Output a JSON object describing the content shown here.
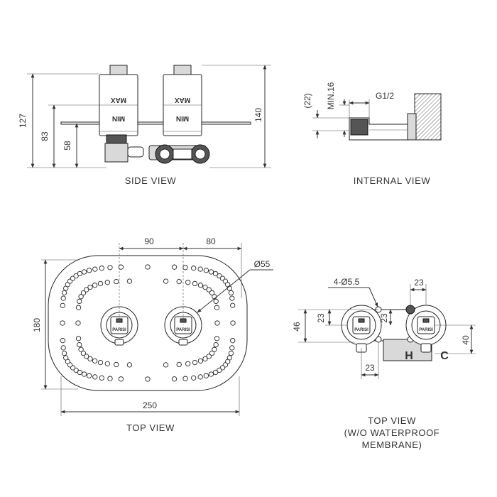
{
  "captions": {
    "side_view": "SIDE VIEW",
    "internal_view": "INTERNAL VIEW",
    "top_view": "TOP VIEW",
    "top_view_no_membrane": [
      "TOP VIEW",
      "(W/O WATERPROOF",
      "MEMBRANE)"
    ]
  },
  "side_view": {
    "dims": {
      "d127": "127",
      "d83": "83",
      "d58": "58",
      "d140": "140"
    },
    "cartridge_labels": {
      "max": "MAX",
      "min": "MIN"
    }
  },
  "internal_view": {
    "dims": {
      "d22": "(22)",
      "min16": "MIN.16",
      "thread": "G1/2"
    }
  },
  "top_view": {
    "dims": {
      "d90": "90",
      "d80": "80",
      "dia55": "Ø55",
      "d180": "180",
      "d250": "250"
    },
    "brand": "PARISI"
  },
  "top_view_no_membrane": {
    "dims": {
      "holes": "4-Ø5.5",
      "d23_top": "23",
      "d23_left": "23",
      "d23_mid": "23",
      "d46": "46",
      "d40": "40",
      "d23_bottom": "23"
    },
    "port_labels": {
      "hot": "H",
      "cold": "C"
    },
    "brand": "PARISI"
  },
  "colors": {
    "line": "#333333",
    "fill_grey": "#d9d9d9",
    "fill_dark": "#555555"
  }
}
